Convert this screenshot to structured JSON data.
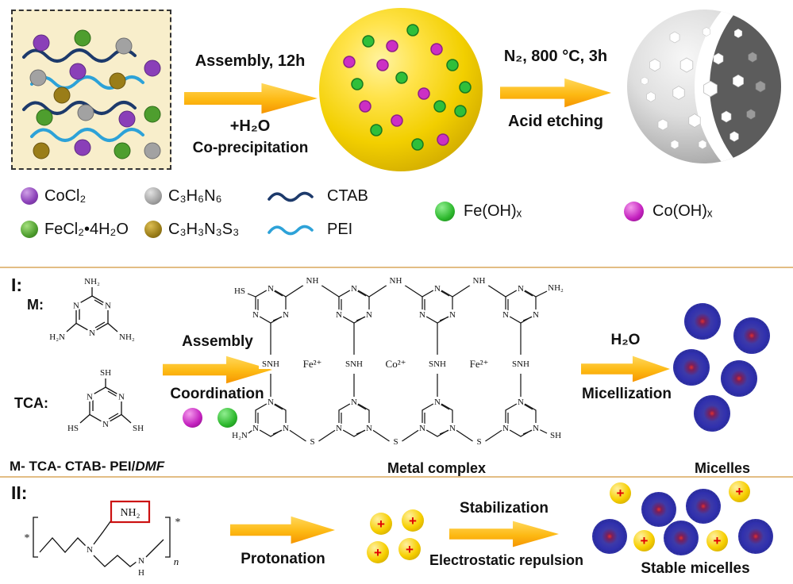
{
  "top": {
    "arrow1": {
      "top": "Assembly, 12h",
      "mid": "+H₂O",
      "bottom": "Co-precipitation"
    },
    "arrow2": {
      "top": "N₂, 800 °C, 3h",
      "bottom": "Acid etching"
    }
  },
  "legend": {
    "cocl2": "CoCl₂",
    "c3h6n6": "C₃H₆N₆",
    "ctab": "CTAB",
    "fecl2": "FeCl₂•4H₂O",
    "c3h3n3s3": "C₃H₃N₃S₃",
    "pei": "PEI",
    "feoh": "Fe(OH)ₓ",
    "cooh": "Co(OH)ₓ"
  },
  "section1": {
    "label": "I:",
    "m_label": "M:",
    "tca_label": "TCA:",
    "precursor_label": "M- TCA- CTAB- PEI/",
    "precursor_label_italic": "DMF",
    "arrow1_top": "Assembly",
    "arrow1_bottom": "Coordination",
    "complex_label": "Metal complex",
    "arrow2_top": "H₂O",
    "arrow2_bottom": "Micellization",
    "micelles_label": "Micelles"
  },
  "section2": {
    "label": "II:",
    "arrow1_bottom": "Protonation",
    "arrow2_top": "Stabilization",
    "arrow2_bottom": "Electrostatic repulsion",
    "stable_label": "Stable micelles"
  },
  "sym": {
    "N": "N",
    "H": "H",
    "NH": "NH",
    "SNH": "SNH",
    "S": "S",
    "SH": "SH",
    "HS": "HS",
    "NH2": "NH₂",
    "H2N": "H₂N",
    "n": "n",
    "star": "*",
    "plus": "+"
  },
  "metal": {
    "fe": "Fe²⁺",
    "co": "Co²⁺"
  },
  "colors": {
    "cocl2_sphere": "#8a3fb8",
    "fecl2_sphere": "#4e9e2e",
    "c3h6n6_sphere": "#a2a2a2",
    "c3h3n3s3_sphere": "#9a7d18",
    "ctab_wave": "#1d3a6b",
    "pei_wave": "#2da2d8",
    "feoh_dot": "#2db82d",
    "cooh_dot": "#c31fbe",
    "yellow_sphere": "#f2cf00",
    "arrow": "#f59300",
    "divider": "#e3bd84",
    "nh2_box": "#cc1111"
  }
}
